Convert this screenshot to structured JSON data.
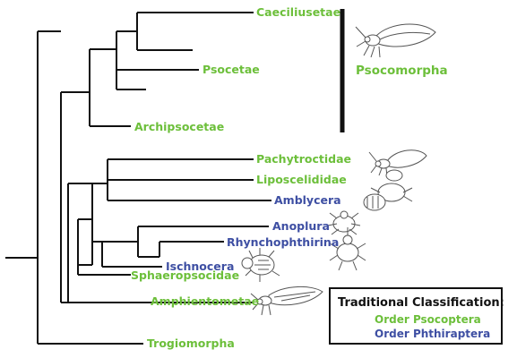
{
  "colors": {
    "psocoptera": "#6cbf3a",
    "phthiraptera": "#3e4fa3",
    "tree": "#111111"
  },
  "taxa": {
    "caeciliusetae": "Caeciliusetae",
    "psocetae": "Psocetae",
    "archipsocetae": "Archipsocetae",
    "pachytroctidae": "Pachytroctidae",
    "liposcelididae": "Liposcelididae",
    "amblycera": "Amblycera",
    "anoplura": "Anoplura",
    "rhynchophthirina": "Rhynchophthirina",
    "ischnocera": "Ischnocera",
    "sphaeropsocidae": "Sphaeropsocidae",
    "amphientometae": "Amphientometae",
    "trogiomorpha": "Trogiomorpha"
  },
  "clade_label": "Psocomorpha",
  "legend": {
    "title": "Traditional Classification:",
    "psocoptera": "Order Psocoptera",
    "phthiraptera": "Order Phthiraptera"
  },
  "illustrations": [
    "winged-psocid-icon",
    "barklouse-icon",
    "chewing-louse-icon",
    "sucking-louse-icon",
    "elephant-louse-icon",
    "bird-louse-icon",
    "amphientomid-icon"
  ]
}
